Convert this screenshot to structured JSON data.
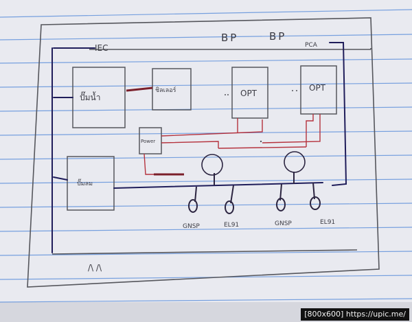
{
  "labels": {
    "top_left": "IEC",
    "top_mid_1": "BP",
    "top_mid_2": "BP",
    "top_right": "PCA",
    "box_left_upper": "ปั๊มน้ำ",
    "box_small": "ชิลเลอร์",
    "box_opt_1": "OPT",
    "box_opt_2": "OPT",
    "power": "Power",
    "box_left_lower": "ปั๊มลม",
    "terminals": [
      "GNSP",
      "EL91",
      "GNSP",
      "EL91"
    ],
    "bottom_mark": "/\\ /\\"
  },
  "colors": {
    "paper": "#e9eaf0",
    "rule_line": "#4f86d9",
    "pencil": "#55565c",
    "pen_dark": "#2b2440",
    "pen_navy": "#1f1d5a",
    "pen_red": "#b5323d",
    "pen_maroon": "#7a1f2a"
  },
  "watermark": "[800x600] https://upic.me/"
}
